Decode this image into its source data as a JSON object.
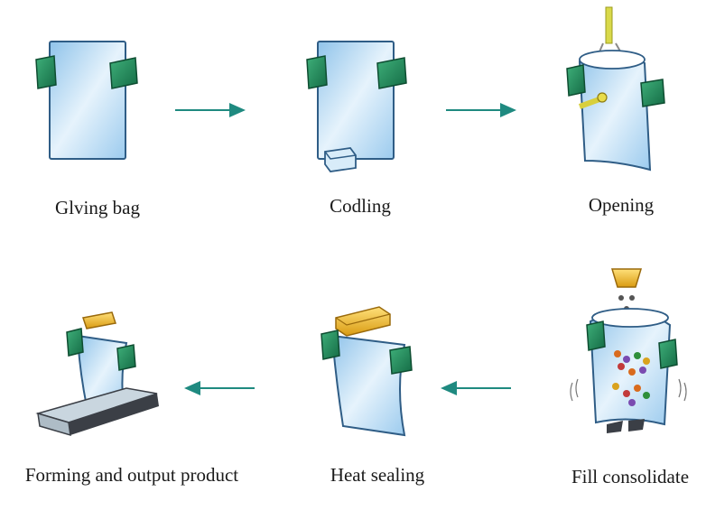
{
  "colors": {
    "bag_fill": "#bcdcf3",
    "bag_stroke": "#2f5d86",
    "clamp_green": "#1f8a5b",
    "arrow_teal": "#1f8a80",
    "yellow": "#f0c12e",
    "conveyor": "#3b3f46"
  },
  "steps": [
    {
      "label": "Glving bag",
      "icon": "bag-with-grippers-icon"
    },
    {
      "label": "Codling",
      "icon": "bag-coding-icon"
    },
    {
      "label": "Opening",
      "icon": "bag-opening-icon"
    },
    {
      "label": "Fill consolidate",
      "icon": "bag-filling-icon"
    },
    {
      "label": "Heat sealing",
      "icon": "bag-heat-sealing-icon"
    },
    {
      "label": "Forming and output product",
      "icon": "bag-output-conveyor-icon"
    }
  ]
}
